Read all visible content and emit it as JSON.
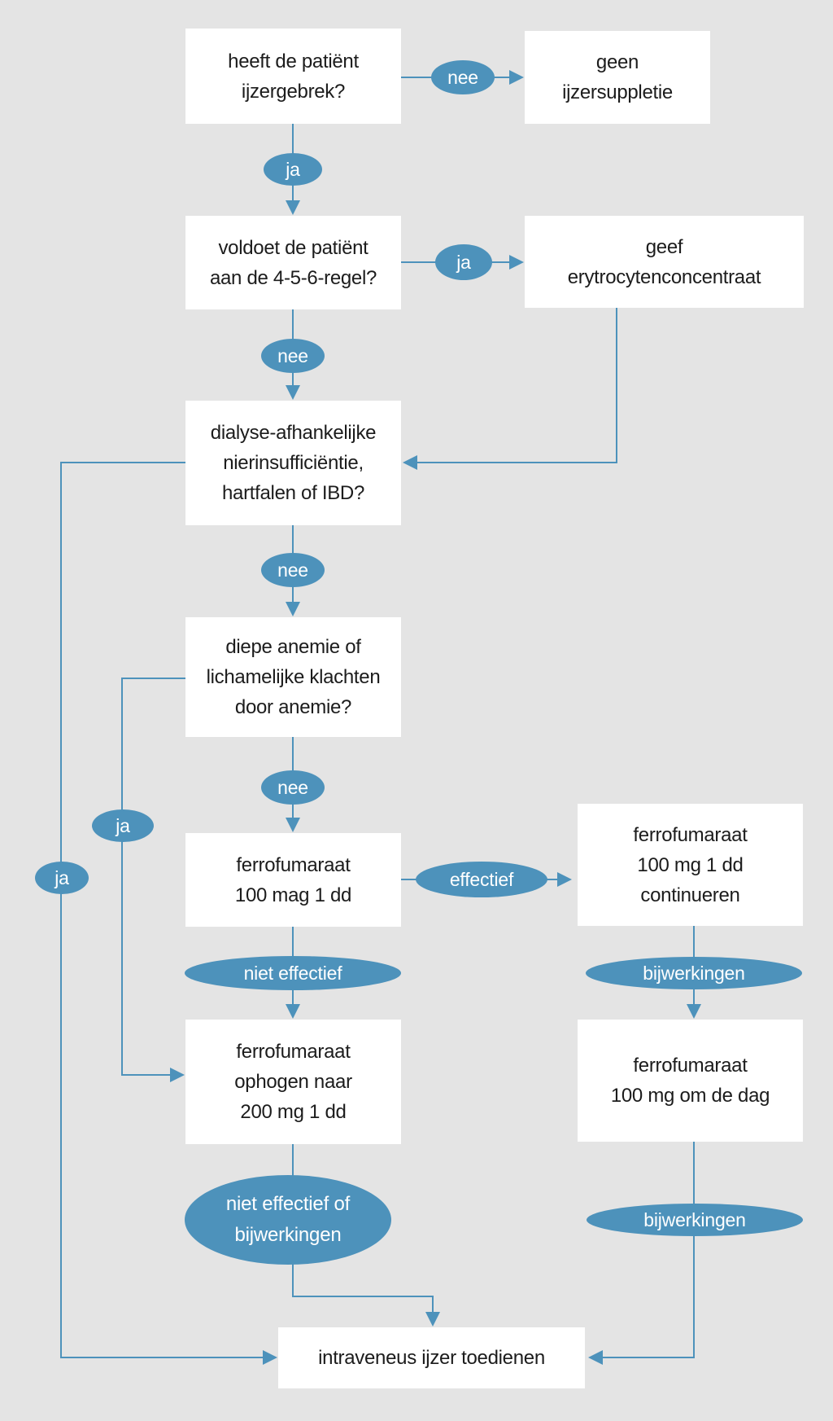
{
  "palette": {
    "background": "#e4e4e4",
    "node_fill": "#ffffff",
    "accent_blue": "#4d92bb",
    "node_text": "#1c1c1c",
    "label_text": "#ffffff"
  },
  "nodes": {
    "q_iron_deficiency": {
      "lines": [
        "heeft de patiënt",
        "ijzergebrek?"
      ]
    },
    "no_iron_suppletion": {
      "lines": [
        "geen",
        "ijzersuppletie"
      ]
    },
    "q_456_rule": {
      "lines": [
        "voldoet de patiënt",
        "aan de 4-5-6-regel?"
      ]
    },
    "give_erythrocyte_concentrate": {
      "lines": [
        "geef",
        "erytrocytenconcentraat"
      ]
    },
    "q_dialysis_heart_ibd": {
      "lines": [
        "dialyse-afhankelijke",
        "nierinsufficiëntie,",
        "hartfalen of IBD?"
      ]
    },
    "q_deep_anemia": {
      "lines": [
        "diepe anemie of",
        "lichamelijke klachten",
        "door anemie?"
      ]
    },
    "ferrofumarate_100": {
      "lines": [
        "ferrofumaraat",
        "100 mag 1 dd"
      ]
    },
    "ferrofumarate_continue": {
      "lines": [
        "ferrofumaraat",
        "100 mg 1 dd",
        "continueren"
      ]
    },
    "ferrofumarate_200": {
      "lines": [
        "ferrofumaraat",
        "ophogen naar",
        "200 mg 1 dd"
      ]
    },
    "ferrofumarate_alternate_day": {
      "lines": [
        "ferrofumaraat",
        "100 mg om de dag"
      ]
    },
    "iv_iron": {
      "lines": [
        "intraveneus ijzer toedienen"
      ]
    }
  },
  "edge_labels": {
    "nee_top": "nee",
    "ja_top": "ja",
    "ja_456": "ja",
    "nee_456": "nee",
    "nee_dialysis": "nee",
    "nee_anemia": "nee",
    "ja_dialysis": "ja",
    "ja_anemia": "ja",
    "effectief": "effectief",
    "niet_effectief": "niet effectief",
    "bijwerkingen_continue": "bijwerkingen",
    "bijwerkingen_alternate": "bijwerkingen",
    "niet_effectief_of_bijwerkingen": {
      "lines": [
        "niet effectief of",
        "bijwerkingen"
      ]
    }
  }
}
